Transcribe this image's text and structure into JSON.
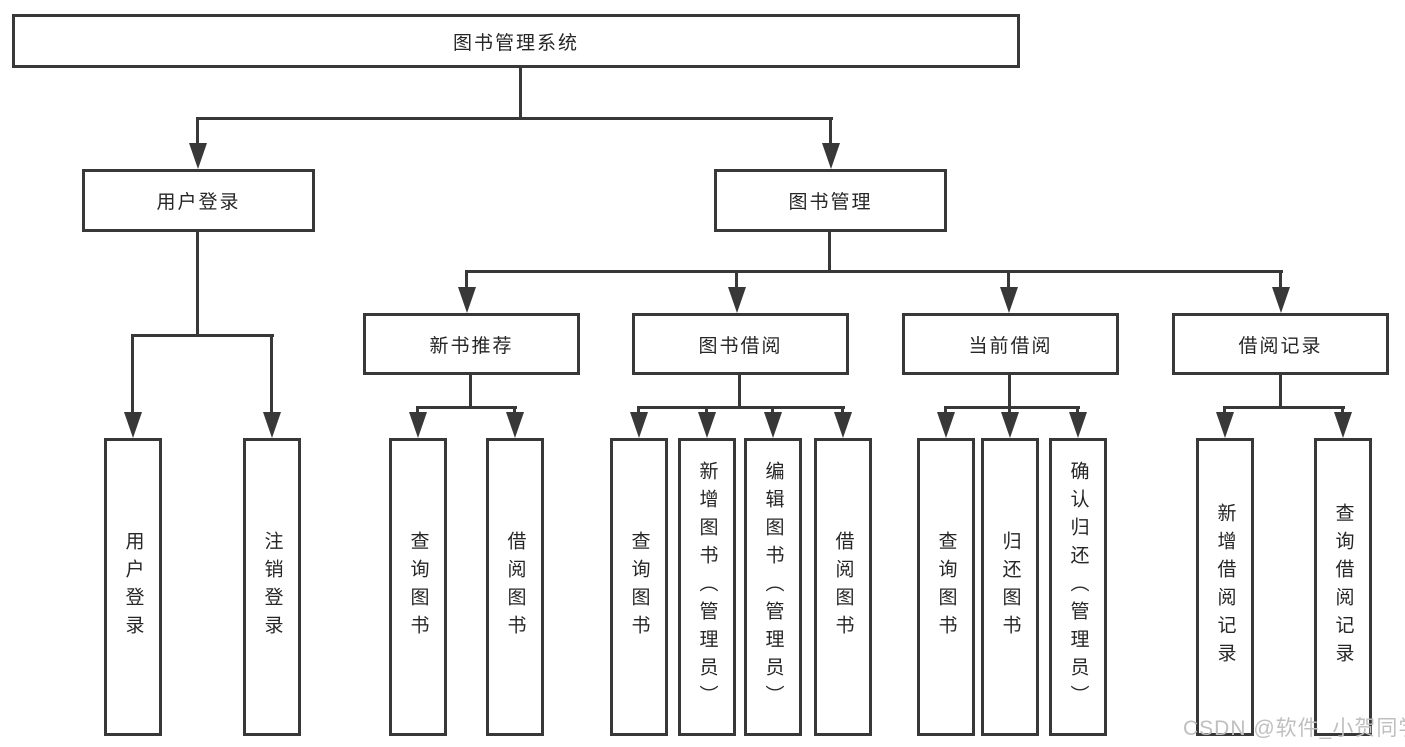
{
  "diagram": {
    "root": {
      "label": "图书管理系统"
    },
    "level2": [
      {
        "label": "用户登录"
      },
      {
        "label": "图书管理"
      }
    ],
    "level3": [
      {
        "label": "新书推荐"
      },
      {
        "label": "图书借阅"
      },
      {
        "label": "当前借阅"
      },
      {
        "label": "借阅记录"
      }
    ],
    "leaves": {
      "user_login": [
        {
          "label": "用户登录"
        },
        {
          "label": "注销登录"
        }
      ],
      "new_book_recommend": [
        {
          "label": "查询图书"
        },
        {
          "label": "借阅图书"
        }
      ],
      "book_borrow": [
        {
          "label": "查询图书"
        },
        {
          "label": "新增图书（管理员）"
        },
        {
          "label": "编辑图书（管理员）"
        },
        {
          "label": "借阅图书"
        }
      ],
      "current_borrow": [
        {
          "label": "查询图书"
        },
        {
          "label": "归还图书"
        },
        {
          "label": "确认归还（管理员）"
        }
      ],
      "borrow_records": [
        {
          "label": "新增借阅记录"
        },
        {
          "label": "查询借阅记录"
        }
      ]
    },
    "colors": {
      "line": "#383838",
      "text": "#262626",
      "background": "#ffffff",
      "watermark": "#bfbfbf"
    }
  },
  "watermark": {
    "text": "CSDN @软件_小贺同学"
  }
}
